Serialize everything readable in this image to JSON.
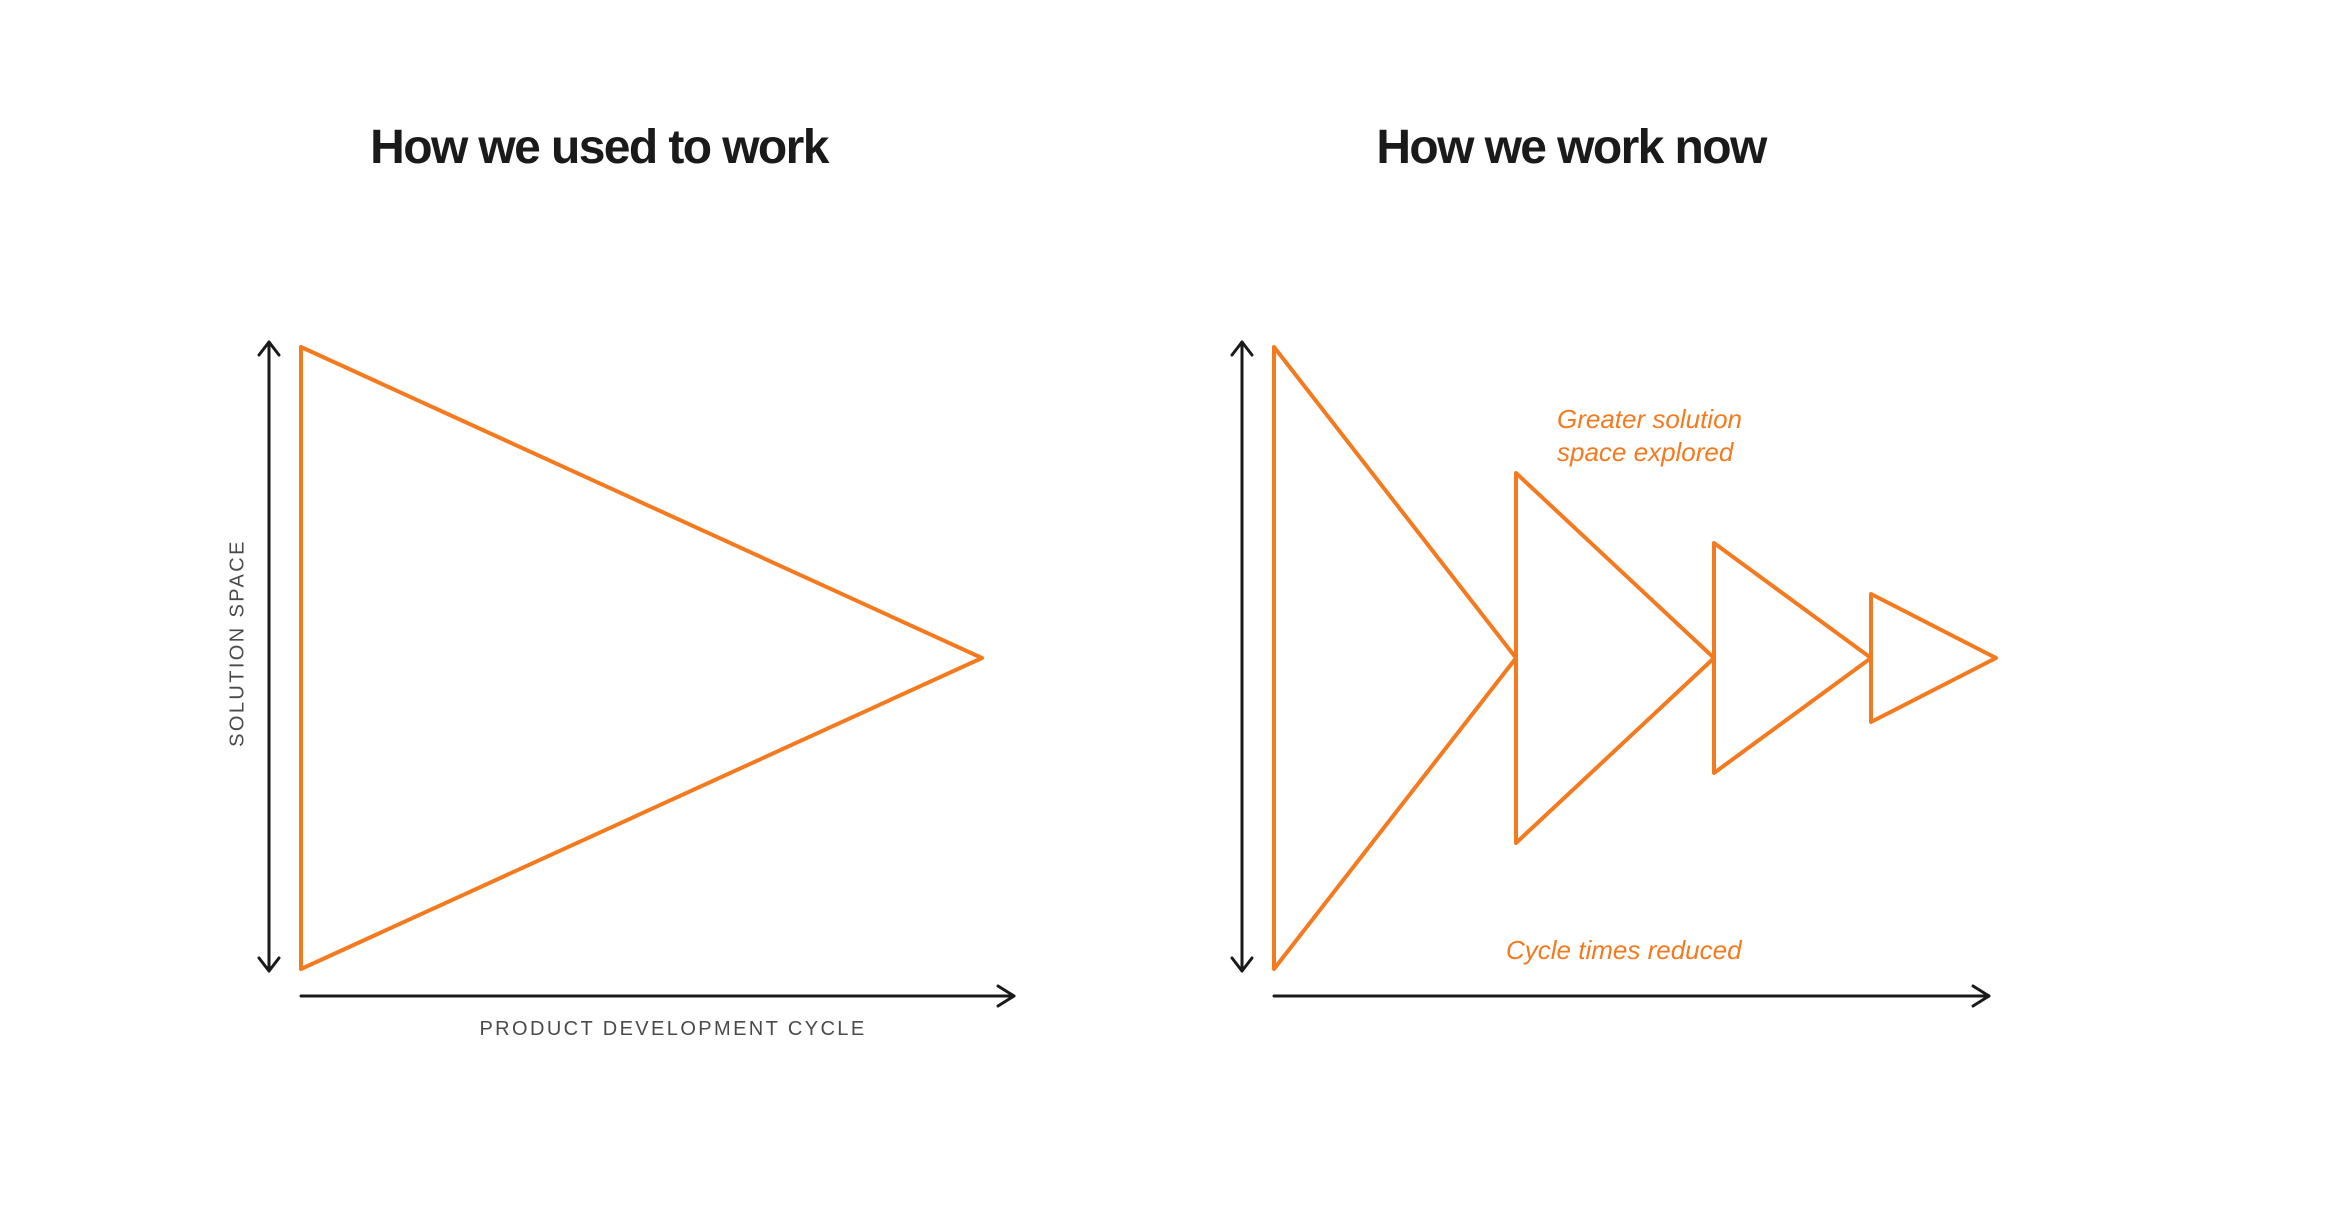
{
  "left_panel": {
    "title": "How we used to work",
    "x_axis_label": "PRODUCT DEVELOPMENT CYCLE",
    "y_axis_label": "SOLUTION SPACE"
  },
  "right_panel": {
    "title": "How we work now",
    "annotation_top": {
      "line1": "Greater solution",
      "line2": "space explored"
    },
    "annotation_bottom": "Cycle times reduced"
  },
  "colors": {
    "accent": "#f47a1f",
    "axis": "#1a1a1a",
    "title": "#1a1a1a",
    "caption": "#4a4a4a"
  }
}
